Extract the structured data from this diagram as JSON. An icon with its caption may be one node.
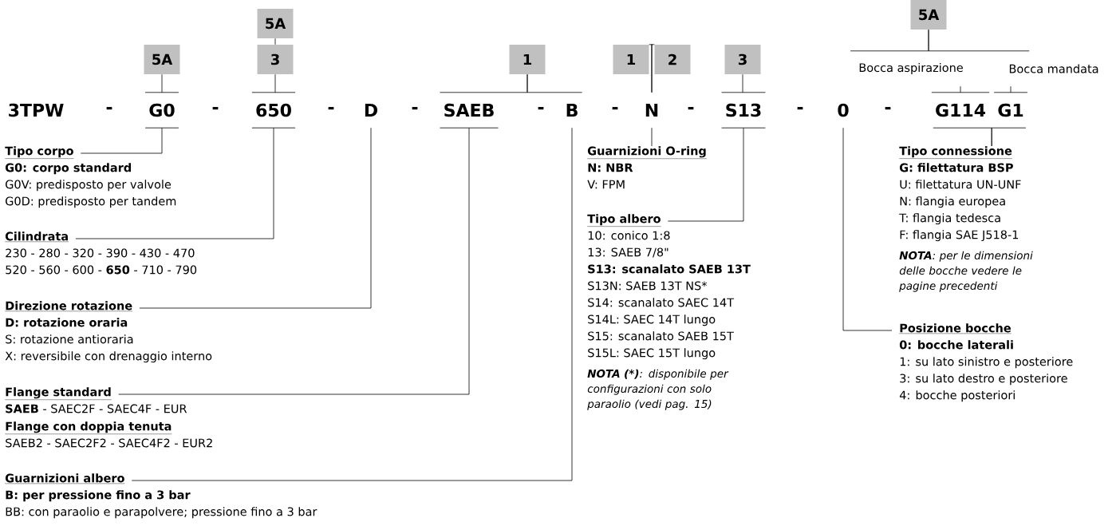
{
  "diagram": {
    "nodes": [
      {
        "text": [
          "5A"
        ]
      },
      {
        "text": [
          "5A"
        ]
      },
      {
        "text": [
          "5A"
        ]
      },
      {
        "text": [
          "3"
        ]
      },
      {
        "text": [
          "1"
        ]
      },
      {
        "text": [
          "1"
        ]
      },
      {
        "text": [
          "2"
        ]
      },
      {
        "text": [
          "3"
        ]
      },
      {
        "text": [
          "Bocca aspirazione"
        ]
      },
      {
        "text": [
          "Bocca mandata"
        ]
      },
      {
        "text": [
          "3TPW"
        ]
      },
      {
        "text": [
          "G0"
        ]
      },
      {
        "text": [
          "650"
        ]
      },
      {
        "text": [
          "D"
        ]
      },
      {
        "text": [
          "SAEB"
        ]
      },
      {
        "text": [
          "B"
        ]
      },
      {
        "text": [
          "N"
        ]
      },
      {
        "text": [
          "S13"
        ]
      },
      {
        "text": [
          "0"
        ]
      },
      {
        "text": [
          "G114"
        ]
      },
      {
        "text": [
          "G1"
        ]
      },
      {
        "text": [
          "Tipo corpo",
          "**G0: corpo standard**",
          "G0V: predisposto per valvole",
          "G0D: predisposto per tandem"
        ]
      },
      {
        "text": [
          "Guarnizioni O-ring",
          "**N: NBR**",
          "V: FPM"
        ]
      },
      {
        "text": [
          "Tipo connessione",
          "**G: filettatura BSP**",
          "U: filettatura UN-UNF",
          "N: flangia europea",
          "T: flangia tedesca",
          "F: flangia SAE J518-1"
        ],
        "beside": [
          "**NOTA**: per le dimensioni delle bocche vedere le pagine precedenti"
        ]
      },
      {
        "text": [
          "Cilindrata",
          "230 - 280 - 320 - 390 - 430 - 470",
          "520 - 560 - 600 - **650** - 710 - 790"
        ]
      },
      {
        "text": [
          "Tipo albero",
          "10: conico 1:8",
          "13: SAEB 7/8\"",
          "**S13: scanalato SAEB 13T**",
          "S13N: SAEB 13T NS*",
          "S14: scanalato SAEC 14T",
          "S14L: SAEC 14T lungo",
          "S15: scanalato SAEB 15T",
          "S15L: SAEC 15T lungo"
        ],
        "beside": [
          "**NOTA (*)**: disponibile per configurazioni con solo paraolio (vedi pag. 15)"
        ]
      },
      {
        "text": [
          "Direzione rotazione",
          "**D: rotazione oraria**",
          "S: rotazione antioraria",
          "X: reversibile con drenaggio interno"
        ]
      },
      {
        "text": [
          "Posizione bocche",
          "**0: bocche laterali**",
          "1: su lato sinistro e posteriore",
          "3: su lato destro e posteriore",
          "4: bocche posteriori"
        ]
      },
      {
        "text": [
          "Flange standard",
          "**SAEB** - SAEC2F - SAEC4F - EUR"
        ]
      },
      {
        "text": [
          "Flange con doppia tenuta",
          "SAEB2 - SAEC2F2 - SAEC4F2 - EUR2"
        ]
      },
      {
        "text": [
          "Guarnizioni albero",
          "**B: per pressione fino a 3 bar**",
          "BB: con paraolio e parapolvere; pressione fino a 3 bar"
        ]
      }
    ],
    "edges": [
      {
        "from": 0,
        "to": 3,
        "arrow": "none"
      },
      {
        "from": 2,
        "to": 11,
        "arrow": "none"
      },
      {
        "from": 3,
        "to": 12,
        "arrow": "none"
      },
      {
        "from": 4,
        "to": 14,
        "arrow": "none"
      },
      {
        "from": 4,
        "to": 15,
        "arrow": "none"
      },
      {
        "from": 5,
        "to": 16,
        "arrow": "none"
      },
      {
        "from": 6,
        "to": 16,
        "arrow": "none"
      },
      {
        "from": 7,
        "to": 17,
        "arrow": "none"
      },
      {
        "from": 1,
        "to": 8,
        "arrow": "none"
      },
      {
        "from": 1,
        "to": 9,
        "arrow": "none"
      },
      {
        "from": 8,
        "to": 19,
        "arrow": "none"
      },
      {
        "from": 9,
        "to": 20,
        "arrow": "none"
      },
      {
        "from": 11,
        "to": 21,
        "arrow": "none"
      },
      {
        "from": 12,
        "to": 24,
        "arrow": "none"
      },
      {
        "from": 13,
        "to": 26,
        "arrow": "none"
      },
      {
        "from": 14,
        "to": 28,
        "arrow": "none"
      },
      {
        "from": 15,
        "to": 30,
        "arrow": "none"
      },
      {
        "from": 16,
        "to": 22,
        "arrow": "none"
      },
      {
        "from": 17,
        "to": 25,
        "arrow": "none"
      },
      {
        "from": 18,
        "to": 27,
        "arrow": "none"
      },
      {
        "from": 19,
        "to": 23,
        "arrow": "none"
      },
      {
        "from": 20,
        "to": 23,
        "arrow": "none"
      }
    ],
    "labels": [
      "-",
      "-",
      "-",
      "-",
      "-",
      "-",
      "-",
      "-",
      "-"
    ]
  }
}
